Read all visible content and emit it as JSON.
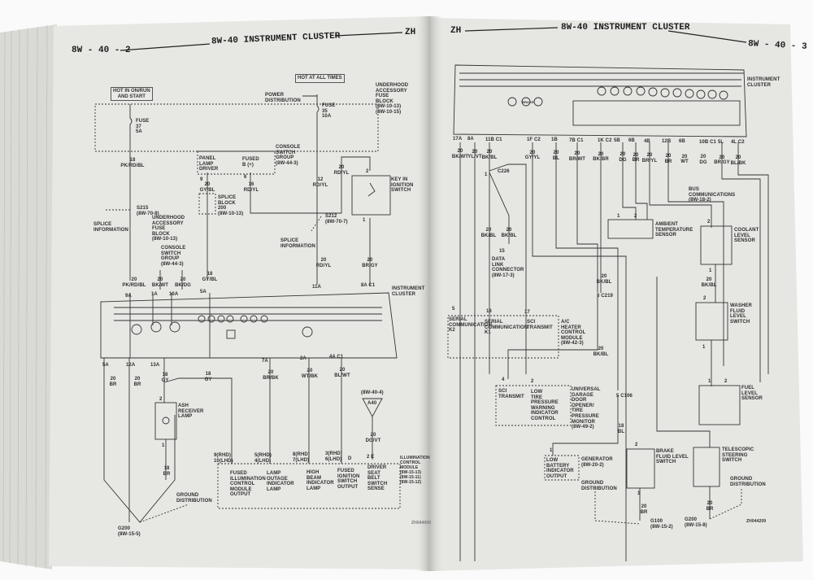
{
  "left_page": {
    "page_number": "8W - 40 - 2",
    "title": "8W-40 INSTRUMENT CLUSTER",
    "model_code": "ZH",
    "labels": {
      "hot_run_start": "HOT IN ON/RUN\nAND START",
      "hot_all_times": "HOT AT ALL TIMES",
      "power_distribution": "POWER\nDISTRIBUTION",
      "underhood_fuse_block_top": "UNDERHOOD\nACCESSORY\nFUSE\nBLOCK\n(8W-10-13)\n(8W-10-15)",
      "fuse37": "FUSE\n37\n5A",
      "fuse35": "FUSE\n35\n10A",
      "wire_pk_rd_bl_18": "18\nPK/RD/BL",
      "panel_lamp_driver": "PANEL\nLAMP\nDRIVER",
      "fused_b": "FUSED\nB (+)",
      "console_switch_group_top": "CONSOLE\nSWITCH\nGROUP\n(8W-44-3)",
      "pin9": "9",
      "pin6": "6",
      "wire_gy_bl_20": "20\nGY/BL",
      "wire_rd_yl_16": "16\nRD/YL",
      "wire_rd_yl_12": "12\nRD/YL",
      "wire_rd_yl_20_top": "20\nRD/YL",
      "key_in_ignition_switch": "KEY IN\nIGNITION\nSWITCH",
      "pin2_key": "2",
      "pin1_key": "1",
      "splice_block": "SPLICE\nBLOCK\n200\n(8W-10-13)",
      "s215": "S215\n(8W-70-8)",
      "splice_info_left": "SPLICE\nINFORMATION",
      "underhood_fuse_block_mid": "UNDERHOOD\nACCESSORY\nFUSE\nBLOCK\n(8W-10-13)",
      "console_switch_group_mid": "CONSOLE\nSWITCH\nGROUP\n(8W-44-3)",
      "s212": "S212\n(8W-70-7)",
      "splice_info_right": "SPLICE\nINFORMATION",
      "wire_rd_yl_20": "20\nRD/YL",
      "wire_br_gy_20": "20\nBR/GY",
      "wire_pk_rd_bl_20": "20\nPK/RD/BL",
      "wire_bk_wt_20": "20\nBK/WT",
      "wire_bk_dg_20": "20\nBK/DG",
      "wire_gy_bl_18": "18\nGY/BL",
      "conn_9a": "9A",
      "conn_1a": "1A",
      "conn_10a": "10A",
      "conn_5a": "5A",
      "conn_11a": "11A",
      "conn_8a_c1": "8A   C1",
      "instrument_cluster": "INSTRUMENT\nCLUSTER",
      "conn_5a_b": "5A",
      "conn_12a": "12A",
      "conn_13a": "13A",
      "conn_7a": "7A",
      "conn_2a": "2A",
      "conn_4a_c1": "4A   C1",
      "wire_br_20_a": "20\nBR",
      "wire_br_20_b": "20\nBR",
      "wire_gy_18_a": "18\nGY",
      "wire_gy_18_b": "18\nGY",
      "wire_br_bk_20": "20\nBR/BK",
      "wire_wt_bk_20": "20\nWT/BK",
      "wire_bl_wt_20": "20\nBL/WT",
      "ash_receiver_lamp": "ASH\nRECEIVER\nLAMP",
      "pin2_ash": "2",
      "pin1_ash": "1",
      "wire_br_18": "18\nBR",
      "ref_8w_40_4": "(8W-40-4)",
      "a40": "A40",
      "wire_dg_vt_20": "20\nDG/VT",
      "pin_9_10": "9(RHD)\n10(LHD)",
      "pin_5_4": "5(RHD)\n4(LHD)",
      "pin_8_7": "8(RHD)\n7(LHD)",
      "pin_3_6": "3(RHD)\n6(LHD)",
      "pin_d": "D",
      "pin_2_e": "2   E",
      "fused_illumination": "FUSED\nILLUMINATION\nCONTROL\nMODULE\nOUTPUT",
      "lamp_outage": "LAMP\nOUTAGE\nINDICATOR\nLAMP",
      "high_beam": "HIGH\nBEAM\nINDICATOR\nLAMP",
      "fused_ignition": "FUSED\nIGNITION\nSWITCH\nOUTPUT",
      "driver_seat_belt": "DRIVER\nSEAT\nBELT\nSWITCH\nSENSE",
      "illumination_control_module": "ILLUMINATION\nCONTROL\nMODULE\n(8W-15-13)\n(8W-15-11)\n(8W-15-12)",
      "ground_distribution": "GROUND\nDISTRIBUTION",
      "g200": "G200\n(8W-15-5)",
      "figure_id": "ZH044000"
    }
  },
  "right_page": {
    "page_number": "8W - 40 - 3",
    "title": "8W-40 INSTRUMENT CLUSTER",
    "model_code": "ZH",
    "labels": {
      "instrument_cluster": "INSTRUMENT\nCLUSTER",
      "brake_icon": "BRAKE",
      "connectors": [
        "17A",
        "8A",
        "11B  C1",
        "1F  C2",
        "1B",
        "7B  C1",
        "1K  C2",
        "5B",
        "6B",
        "4B",
        "12B",
        "6B",
        "10B  C1",
        "5L",
        "4L  C2"
      ],
      "wires": [
        "20\nBK/WT",
        "20\nYL/VT",
        "20\nBK/BL",
        "20\nGY/YL",
        "20\nBL",
        "20\nBR/WT",
        "20\nBK/BR",
        "20\nDG",
        "20\nBR",
        "20\nBR/YL",
        "20\nBR",
        "20\nWT",
        "20\nDG",
        "20\nBR/GY",
        "20\nBL/BK"
      ],
      "c226": "C226",
      "pin1_c226": "1",
      "bus_communications": "BUS\nCOMMUNICATIONS\n(8W-18-2)",
      "ambient_sensor": "AMBIENT\nTEMPERATURE\nSENSOR",
      "pin1_amb": "1",
      "pin2_amb": "2",
      "coolant_sensor": "COOLANT\nLEVEL\nSENSOR",
      "pin2_cool": "2",
      "pin1_cool": "1",
      "wire_bk_bl_a": "20\nBK/BL",
      "wire_bk_bl_b": "20\nBK/BL",
      "dlc": "DATA\nLINK\nCONNECTOR\n(8W-17-3)",
      "pin15": "15",
      "wire_bk_bl_c": "20\nBK/BL",
      "wire_bk_bl_d": "20\nBK/BL",
      "washer_switch": "WASHER\nFLUID\nLEVEL\nSWITCH",
      "pin2_wash": "2",
      "pin1_wash": "1",
      "c219": "8        C219",
      "pin5": "5",
      "pin18": "18",
      "pin17": "17",
      "serial_k2": "SERIAL\nCOMMUNICATION\nK2",
      "serial_k1": "SERIAL\nCOMMUNICATION\nK1",
      "sci_transmit_ac": "SCI\nTRANSMIT",
      "ac_module": "A/C\nHEATER\nCONTROL\nMODULE\n(8W-42-3)",
      "wire_bk_bl_e": "20\nBK/BL",
      "pin4": "4",
      "pin2_tire": "2",
      "sci_transmit": "SCI\nTRANSMIT",
      "low_tire": "LOW\nTIRE\nPRESSURE\nWARNING\nINDICATOR\nCONTROL",
      "garage_door": "UNIVERSAL\nGARAGE\nDOOR\nOPENER/\nTIRE\nPRESSURE\nMONITOR\n(8W-49-2)",
      "c106": "5        C106",
      "wire_bl_18": "18\nBL",
      "fuel_sensor": "FUEL\nLEVEL\nSENSOR",
      "pin1_fuel": "1",
      "pin2_fuel": "2",
      "pin1_gen": "1",
      "low_battery": "LOW\nBATTERY\nINDICATOR\nOUTPUT",
      "generator": "GENERATOR\n(8W-20-2)",
      "ground_dist_a": "GROUND\nDISTRIBUTION",
      "brake_switch": "BRAKE\nFLUID LEVEL\nSWITCH",
      "pin2_brake": "2",
      "pin1_brake": "1",
      "telescopic_switch": "TELESCOPIC\nSTEERING\nSWITCH",
      "ground_dist_b": "GROUND\nDISTRIBUTION",
      "wire_br_a": "20\nBR",
      "wire_br_b": "20\nBR",
      "g100": "G100\n(8W-15-2)",
      "g200": "G200\n(8W-15-8)",
      "figure_id": "ZH044209"
    }
  },
  "colors": {
    "paper": "#e6e6e3",
    "ink": "#2e2e2e",
    "background": "#fafafa"
  }
}
